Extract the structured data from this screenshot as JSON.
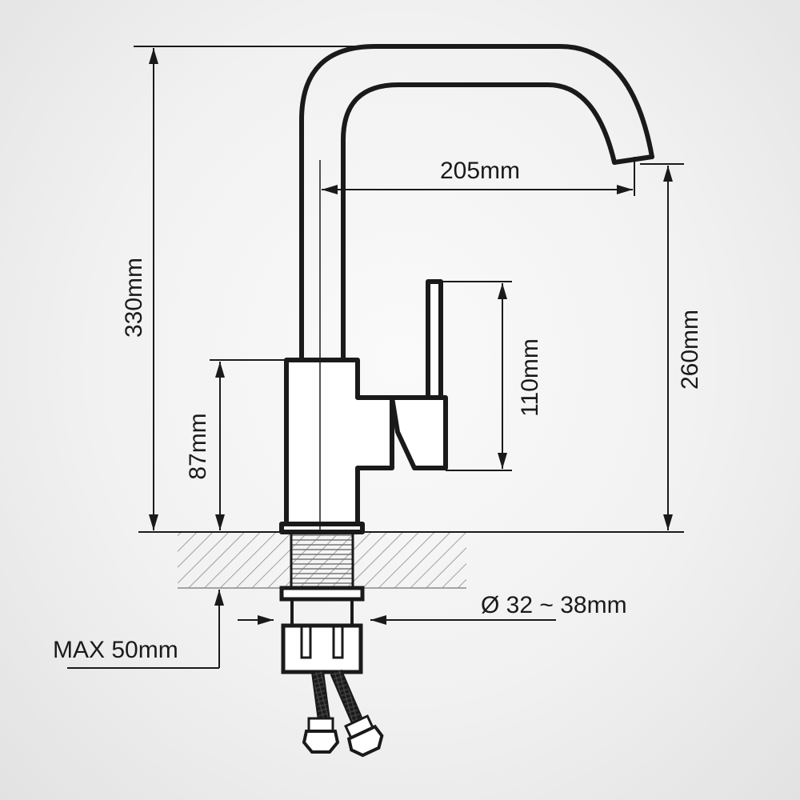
{
  "dimensions": {
    "total_height": "330mm",
    "spout_reach": "205mm",
    "spout_height": "260mm",
    "handle_height": "110mm",
    "body_height": "87mm",
    "hole_diameter": "Ø 32 ~ 38mm",
    "max_thickness": "MAX 50mm"
  },
  "colors": {
    "line": "#1a1a1a",
    "background": "#f4f4f4",
    "hatch": "#8a8a8a"
  }
}
